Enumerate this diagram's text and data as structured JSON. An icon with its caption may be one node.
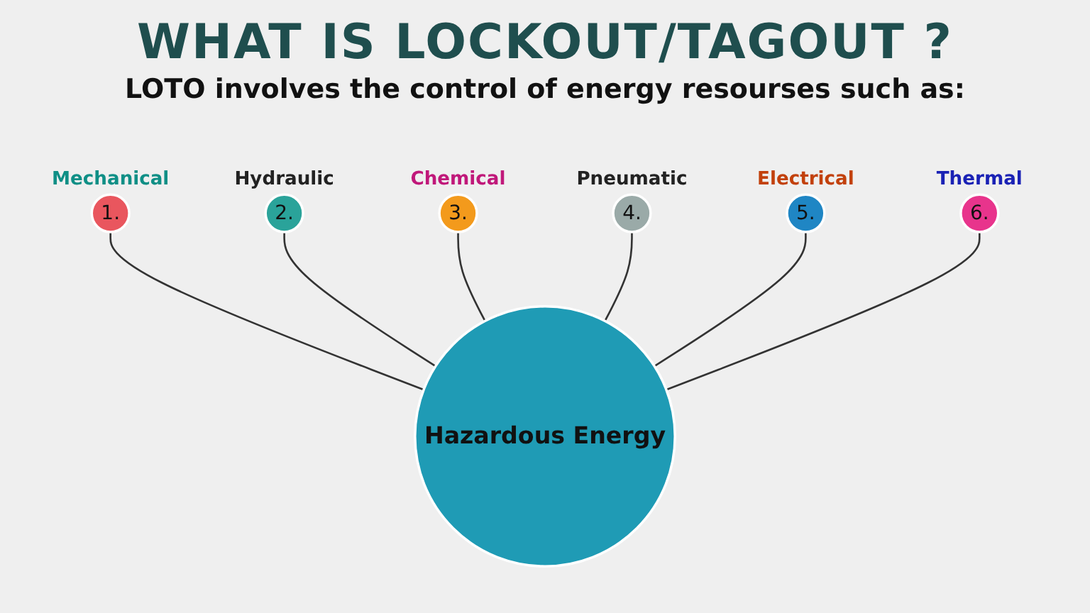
{
  "diagram": {
    "title": "WHAT IS LOCKOUT/TAGOUT ?",
    "nodes": [
      {
        "text": [
          "1."
        ],
        "beside": [
          "Mechanical"
        ]
      },
      {
        "text": [
          "2."
        ],
        "beside": [
          "Hydraulic"
        ]
      },
      {
        "text": [
          "3."
        ],
        "beside": [
          "Chemical"
        ]
      },
      {
        "text": [
          "4."
        ],
        "beside": [
          "Pneumatic"
        ]
      },
      {
        "text": [
          "5."
        ],
        "beside": [
          "Electrical"
        ]
      },
      {
        "text": [
          "6."
        ],
        "beside": [
          "Thermal"
        ]
      },
      {
        "text": [
          "Hazardous Energy"
        ]
      }
    ],
    "edges": [
      {
        "from": 0,
        "to": 6,
        "arrow": "none"
      },
      {
        "from": 1,
        "to": 6,
        "arrow": "none"
      },
      {
        "from": 2,
        "to": 6,
        "arrow": "none"
      },
      {
        "from": 3,
        "to": 6,
        "arrow": "none"
      },
      {
        "from": 4,
        "to": 6,
        "arrow": "none"
      },
      {
        "from": 5,
        "to": 6,
        "arrow": "none"
      }
    ],
    "labels": [
      "LOTO involves the control of energy resourses such as:"
    ]
  }
}
